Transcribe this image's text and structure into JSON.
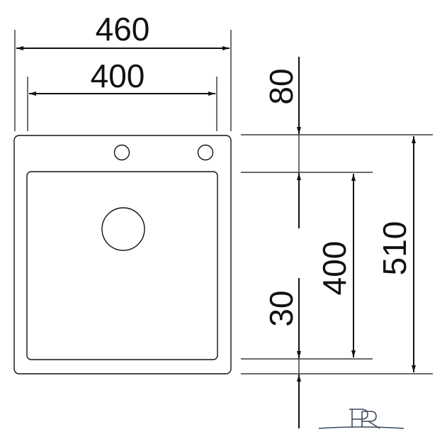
{
  "dimensions": {
    "outer_width": "460",
    "inner_width": "400",
    "top_offset": "80",
    "inner_depth": "400",
    "bottom_offset": "30",
    "outer_depth": "510"
  },
  "colors": {
    "line": "#111111",
    "background": "#ffffff"
  }
}
